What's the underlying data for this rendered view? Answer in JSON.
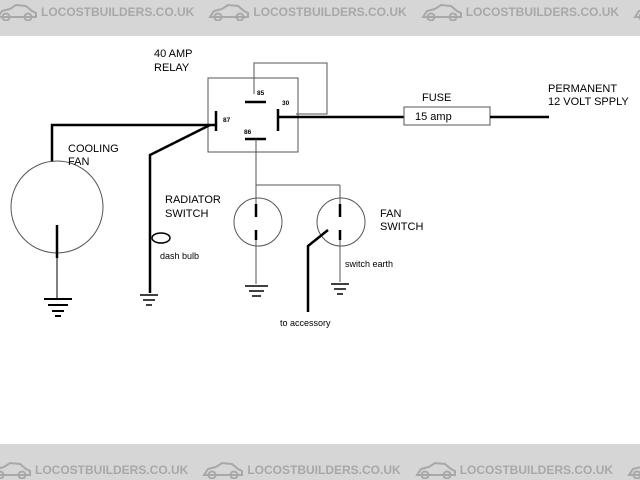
{
  "watermark": {
    "text": "LOCOSTBUILDERS.CO.UK",
    "color": "#a8a8a8",
    "background": "#d6d6d6",
    "icon": "car-icon"
  },
  "labels": {
    "relay_line1": "40 AMP",
    "relay_line2": "RELAY",
    "fuse_title": "FUSE",
    "fuse_value": "15 amp",
    "supply_line1": "PERMANENT",
    "supply_line2": "12 VOLT SPPLY",
    "cooling_line1": "COOLING",
    "cooling_line2": "FAN",
    "radiator_line1": "RADIATOR",
    "radiator_line2": "SWITCH",
    "fan_switch_line1": "FAN",
    "fan_switch_line2": "SWITCH",
    "dash_bulb": "dash bulb",
    "switch_earth": "switch earth",
    "to_accessory": "to accessory"
  },
  "relay_pins": {
    "p85": "85",
    "p30": "30",
    "p87": "87",
    "p86": "86"
  }
}
